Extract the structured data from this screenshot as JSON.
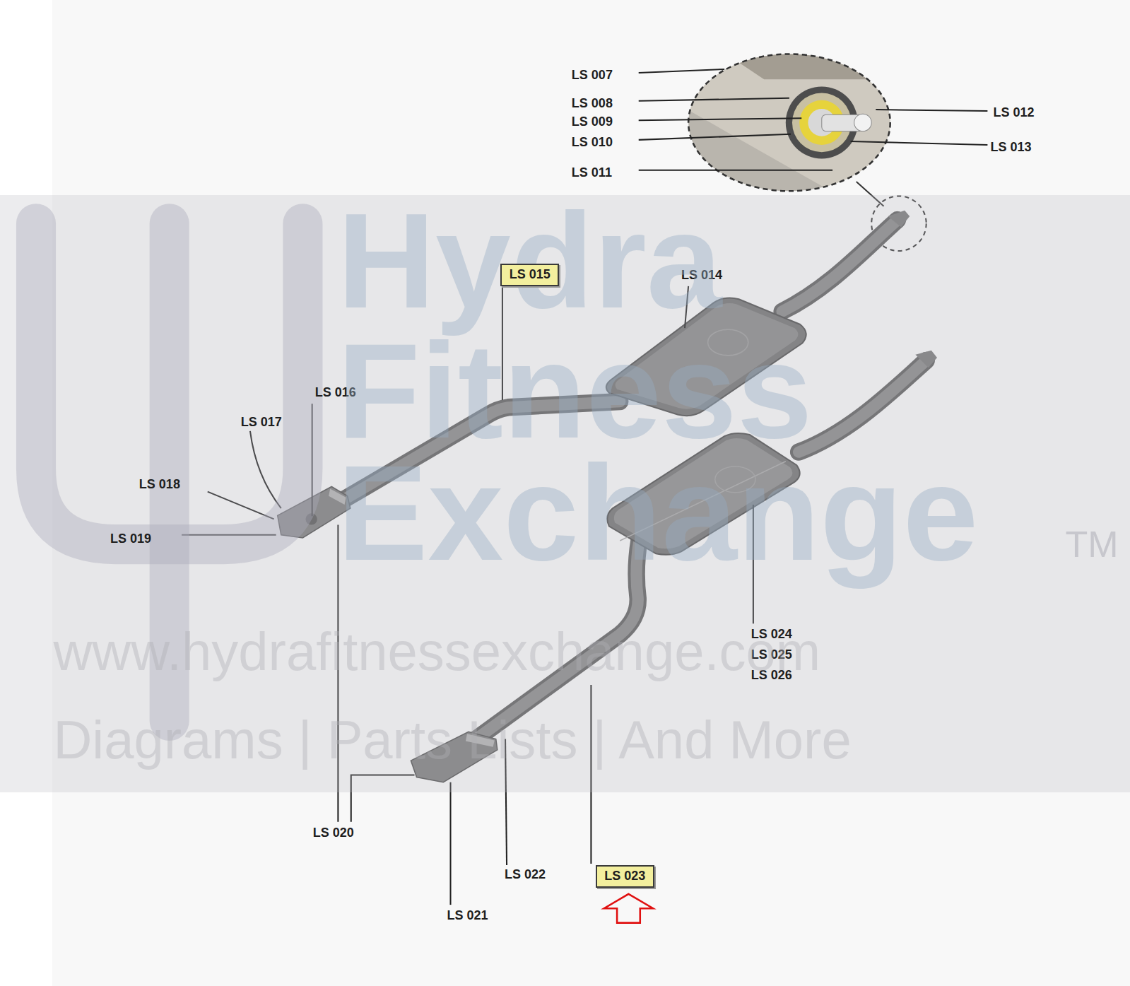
{
  "diagram": {
    "nodes": [
      {
        "text": [
          "LS 015"
        ]
      },
      {
        "text": [
          "LS 023"
        ]
      }
    ],
    "labels": [
      "LS 007",
      "LS 008",
      "LS 009",
      "LS 010",
      "LS 011",
      "LS 012",
      "LS 013",
      "LS 014",
      "LS 016",
      "LS 017",
      "LS 018",
      "LS 019",
      "LS 020",
      "LS 021",
      "LS 022",
      "LS 024",
      "LS 025",
      "LS 026",
      "Hydra",
      "Fitness",
      "Exchange",
      "TM",
      "www.hydrafitnessexchange.com",
      "Diagrams | Parts Lists | And More"
    ]
  }
}
